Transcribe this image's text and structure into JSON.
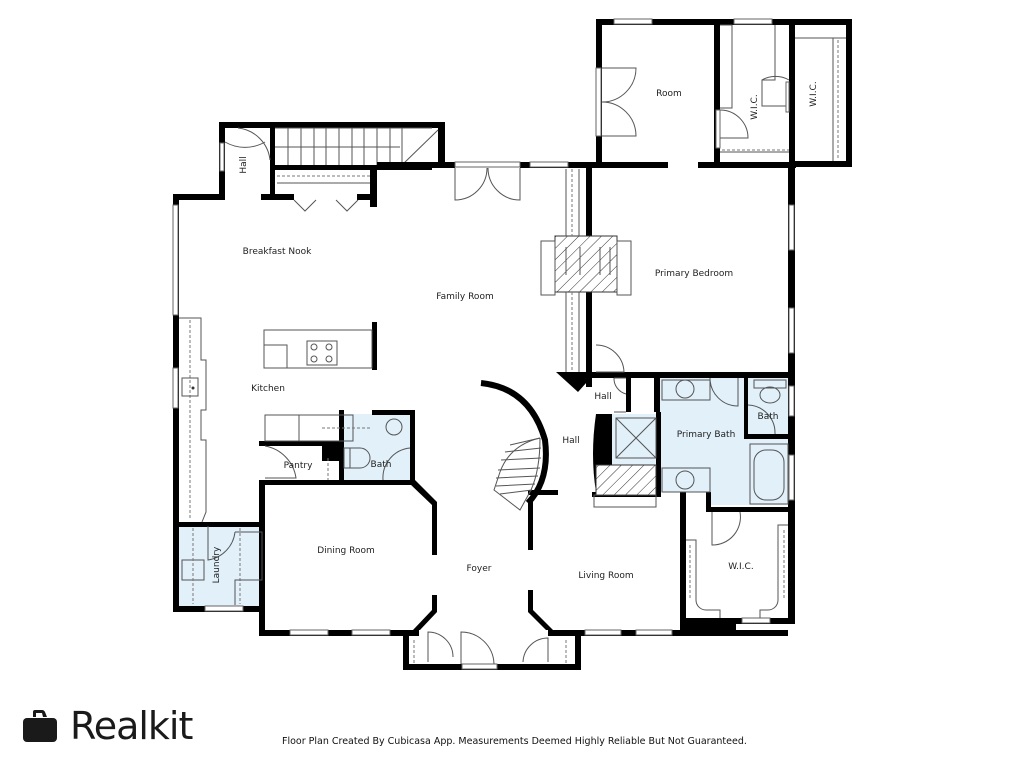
{
  "floor_plan": {
    "rooms": [
      {
        "id": "room",
        "label": "Room"
      },
      {
        "id": "wic-1",
        "label": "W.I.C."
      },
      {
        "id": "wic-2",
        "label": "W.I.C."
      },
      {
        "id": "hall-stair",
        "label": "Hall"
      },
      {
        "id": "breakfast-nook",
        "label": "Breakfast Nook"
      },
      {
        "id": "family-room",
        "label": "Family Room"
      },
      {
        "id": "primary-bedroom",
        "label": "Primary Bedroom"
      },
      {
        "id": "kitchen",
        "label": "Kitchen"
      },
      {
        "id": "hall-upper",
        "label": "Hall"
      },
      {
        "id": "hall-center",
        "label": "Hall"
      },
      {
        "id": "primary-bath",
        "label": "Primary Bath"
      },
      {
        "id": "bath-primary",
        "label": "Bath"
      },
      {
        "id": "pantry",
        "label": "Pantry"
      },
      {
        "id": "bath-half",
        "label": "Bath"
      },
      {
        "id": "dining-room",
        "label": "Dining Room"
      },
      {
        "id": "laundry",
        "label": "Laundry"
      },
      {
        "id": "foyer",
        "label": "Foyer"
      },
      {
        "id": "living-room",
        "label": "Living Room"
      },
      {
        "id": "wic-3",
        "label": "W.I.C."
      }
    ],
    "colors": {
      "wall": "#000000",
      "wet_area": "#e1f0f9",
      "background": "#ffffff"
    }
  },
  "footer": {
    "brand_name": "Realkit",
    "brand_icon": "briefcase-icon",
    "disclaimer": "Floor Plan Created By Cubicasa App. Measurements Deemed Highly Reliable But Not Guaranteed."
  }
}
